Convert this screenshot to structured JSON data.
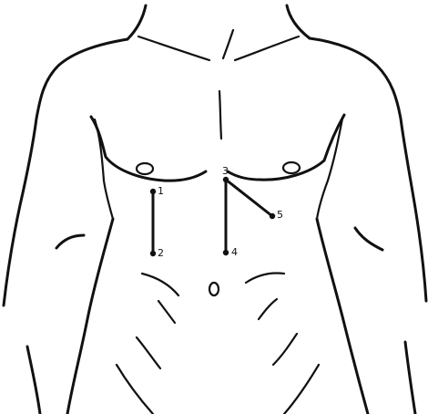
{
  "markers": [
    {
      "id": "1",
      "label": "1"
    },
    {
      "id": "2",
      "label": "2"
    },
    {
      "id": "3",
      "label": "3"
    },
    {
      "id": "4",
      "label": "4"
    },
    {
      "id": "5",
      "label": "5"
    }
  ],
  "colors": {
    "ink": "#111111",
    "background": "#ffffff"
  }
}
